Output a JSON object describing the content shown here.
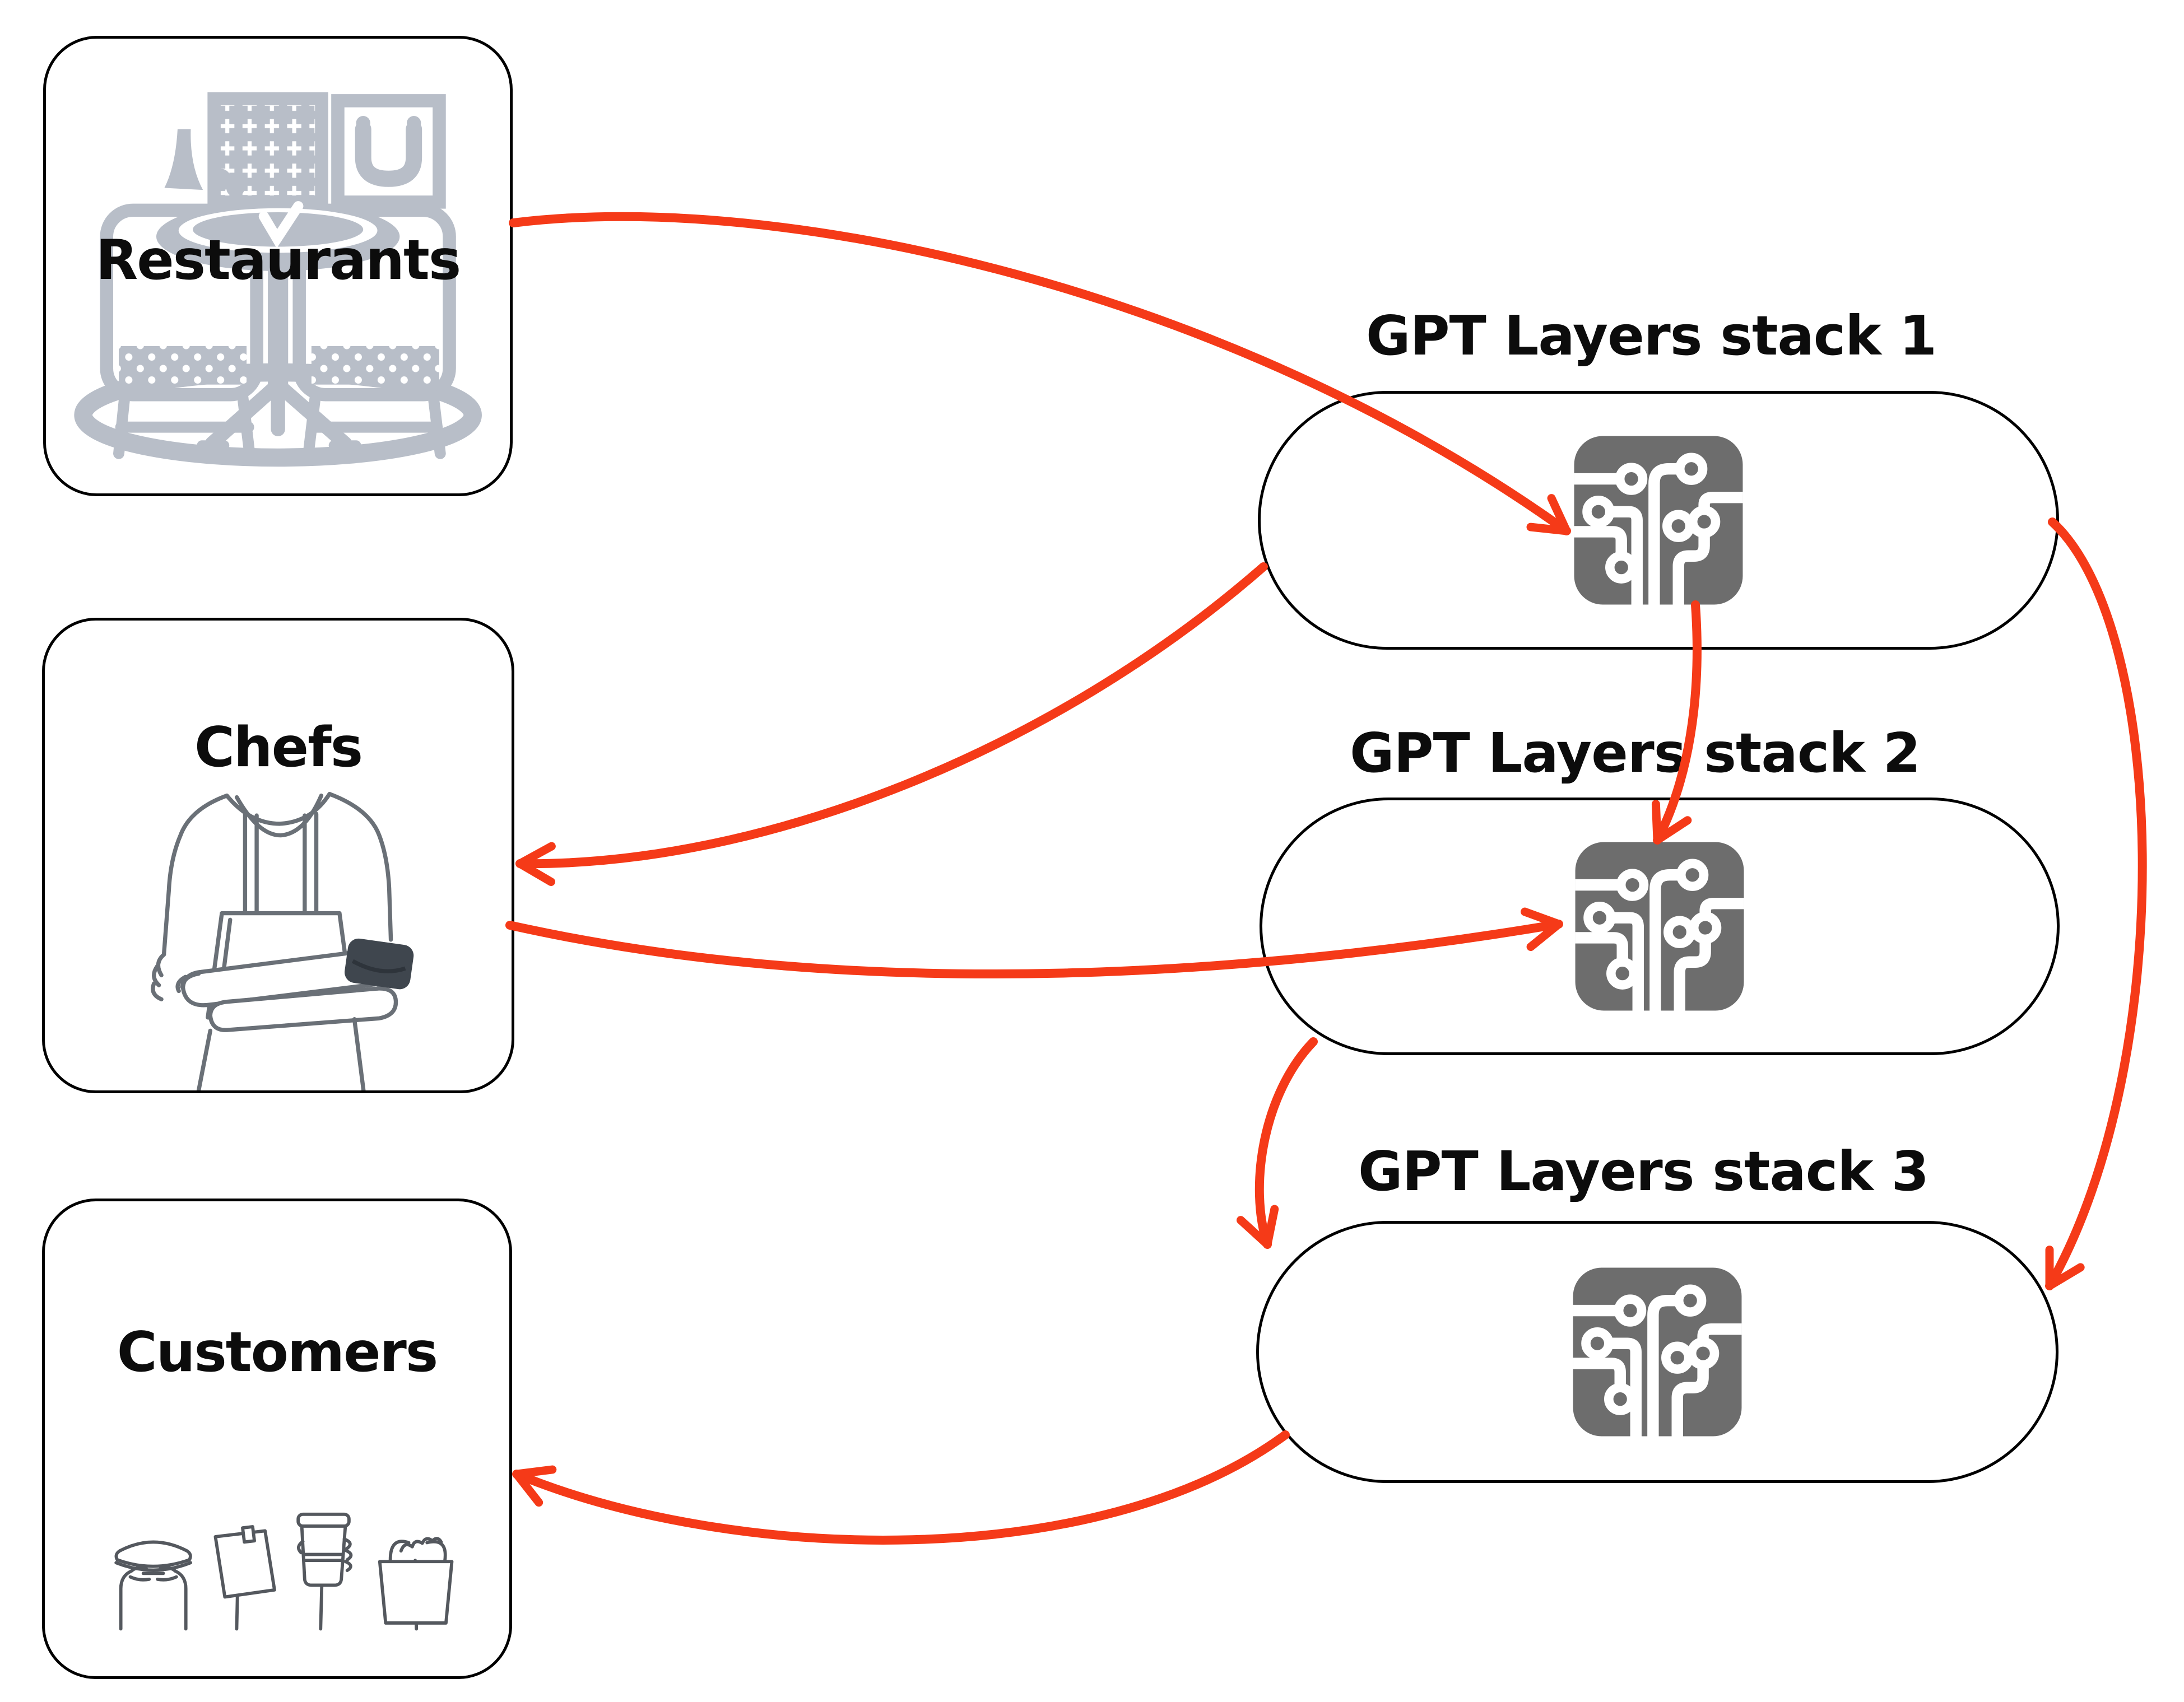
{
  "diagram": {
    "background": "#FFFFFF",
    "colors": {
      "arrow": "#F53A18",
      "node_border": "#000000",
      "chip": "#6D6D6D",
      "restaurant_art": "#B8BEC8",
      "chef_art": "#6A7077",
      "chef_armband": "#3F464E",
      "customer_art": "#54585E",
      "text": "#0C0C0C"
    },
    "entities": [
      {
        "id": "restaurants",
        "label": "Restaurants",
        "icon": "dining-table-illustration"
      },
      {
        "id": "chefs",
        "label": "Chefs",
        "icon": "chef-illustration"
      },
      {
        "id": "customers",
        "label": "Customers",
        "icon": "customer-hands-illustration"
      }
    ],
    "stacks": [
      {
        "id": "stack-1",
        "title": "GPT Layers stack 1",
        "icon": "circuit-chip-icon"
      },
      {
        "id": "stack-2",
        "title": "GPT Layers stack 2",
        "icon": "circuit-chip-icon"
      },
      {
        "id": "stack-3",
        "title": "GPT Layers stack 3",
        "icon": "circuit-chip-icon"
      }
    ],
    "edges": [
      {
        "from": "restaurants",
        "to": "stack-1"
      },
      {
        "from": "stack-1",
        "to": "chefs"
      },
      {
        "from": "chefs",
        "to": "stack-2"
      },
      {
        "from": "stack-1",
        "to": "stack-2"
      },
      {
        "from": "stack-1",
        "to": "stack-3"
      },
      {
        "from": "stack-2",
        "to": "stack-3"
      },
      {
        "from": "stack-3",
        "to": "customers"
      }
    ]
  }
}
